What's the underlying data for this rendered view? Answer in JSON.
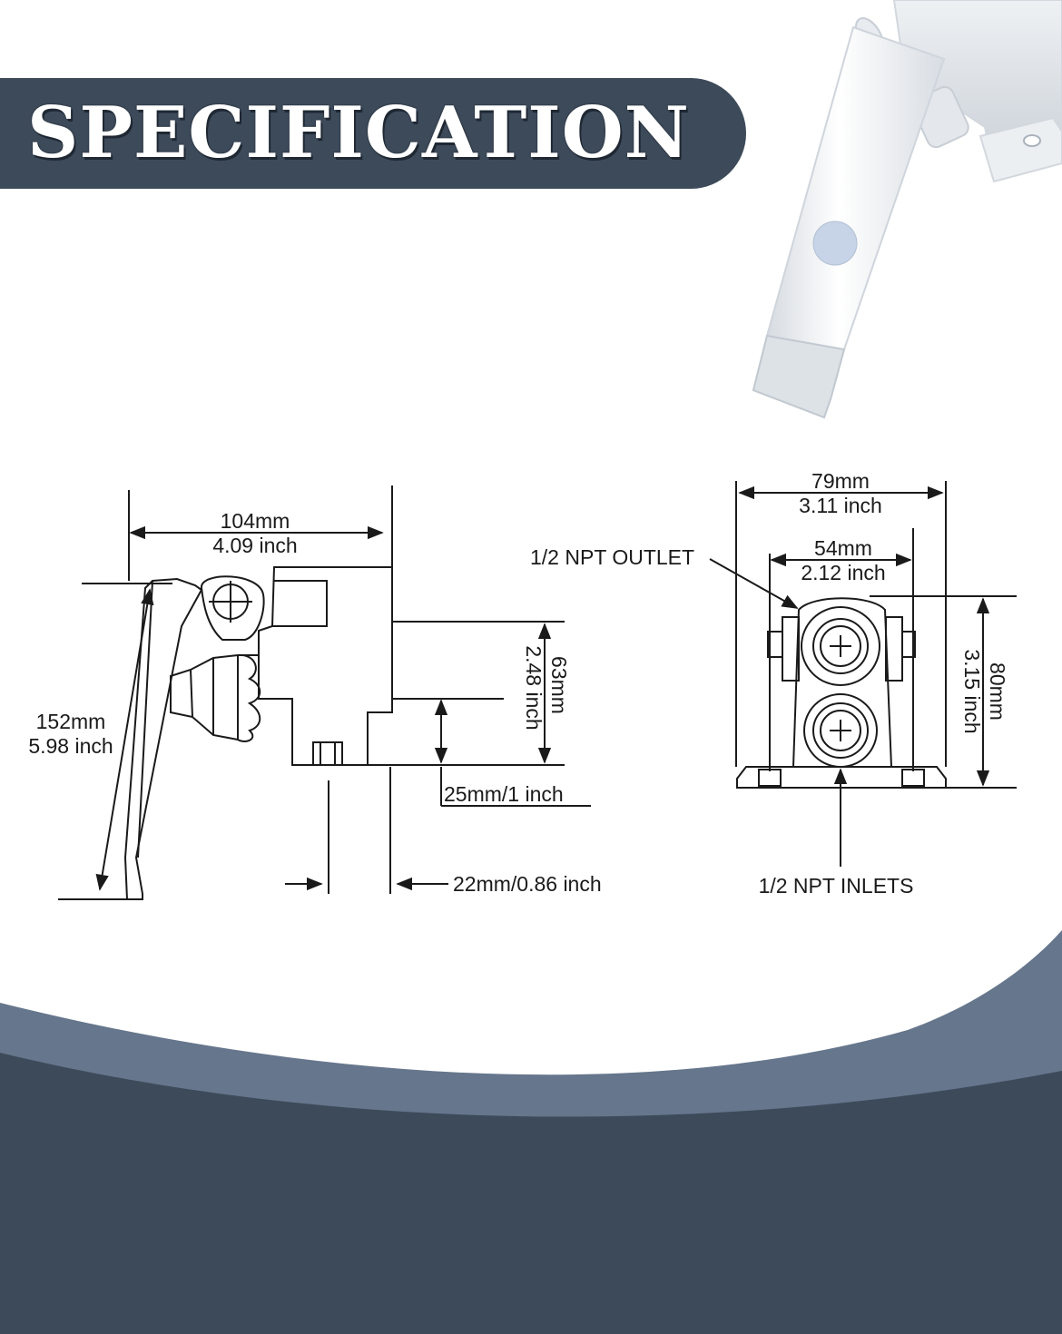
{
  "header": {
    "title": "SPECIFICATION"
  },
  "side_view": {
    "width_mm": "104mm",
    "width_inch": "4.09 inch",
    "height_mm": "152mm",
    "height_inch": "5.98 inch",
    "port_height_mm": "63mm",
    "port_height_inch": "2.48 inch",
    "base_height": "25mm/1 inch",
    "base_width": "22mm/0.86 inch"
  },
  "front_view": {
    "overall_width_mm": "79mm",
    "overall_width_inch": "3.11 inch",
    "hole_spacing_mm": "54mm",
    "hole_spacing_inch": "2.12 inch",
    "height_mm": "80mm",
    "height_inch": "3.15 inch",
    "outlet_label": "1/2 NPT OUTLET",
    "inlets_label": "1/2 NPT INLETS"
  },
  "colors": {
    "banner": "#3d4a5a",
    "wave_light": "#66768c",
    "wave_dark": "#3d4a5a",
    "line": "#1a1a1a"
  }
}
